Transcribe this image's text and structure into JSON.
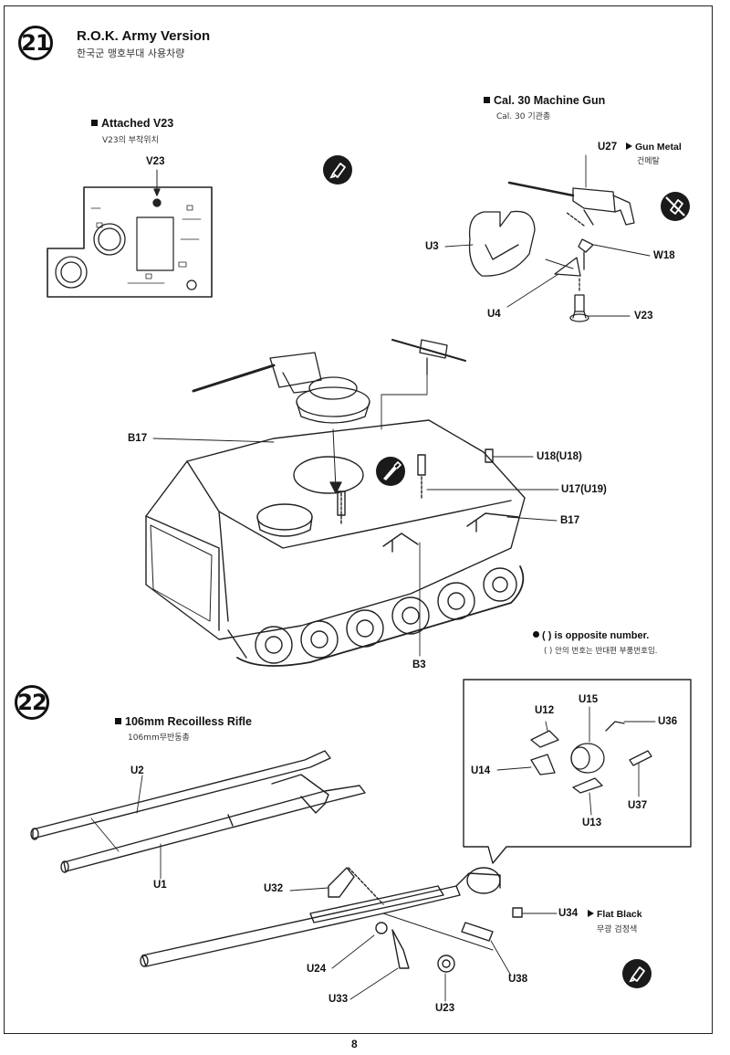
{
  "page_number": "8",
  "step21": {
    "number": "21",
    "title": "R.O.K. Army Version",
    "subtitle": "한국군 맹호부대 사용차량",
    "attached": {
      "title": "Attached V23",
      "subtitle": "V23의 부착위치",
      "part": "V23"
    },
    "mg": {
      "title": "Cal. 30 Machine Gun",
      "subtitle": "Cal. 30 기관총",
      "paint_part": "U27",
      "paint_name": "Gun Metal",
      "paint_korean": "건메탈",
      "parts": [
        "U3",
        "W18",
        "U4",
        "V23"
      ]
    },
    "hull_parts": {
      "b17_top": "B17",
      "u18": "U18(U18)",
      "u17": "U17(U19)",
      "b17_right": "B17",
      "b3": "B3"
    },
    "note": {
      "text": "( ) is opposite number.",
      "korean": "( ) 안의 번호는 반대편 부품번호임."
    }
  },
  "step22": {
    "number": "22",
    "title": "106mm Recoilless Rifle",
    "subtitle": "106mm무반동총",
    "parts": {
      "u2": "U2",
      "u1": "U1",
      "u32": "U32",
      "u24": "U24",
      "u33": "U33",
      "u23": "U23",
      "u38": "U38",
      "u34": "U34",
      "paint_name": "Flat Black",
      "paint_korean": "무광 검정색"
    },
    "detail": {
      "u12": "U12",
      "u15": "U15",
      "u36": "U36",
      "u14": "U14",
      "u37": "U37",
      "u13": "U13"
    }
  },
  "icons": [
    "glue-icon",
    "no-glue-icon",
    "paint-brush-icon"
  ]
}
